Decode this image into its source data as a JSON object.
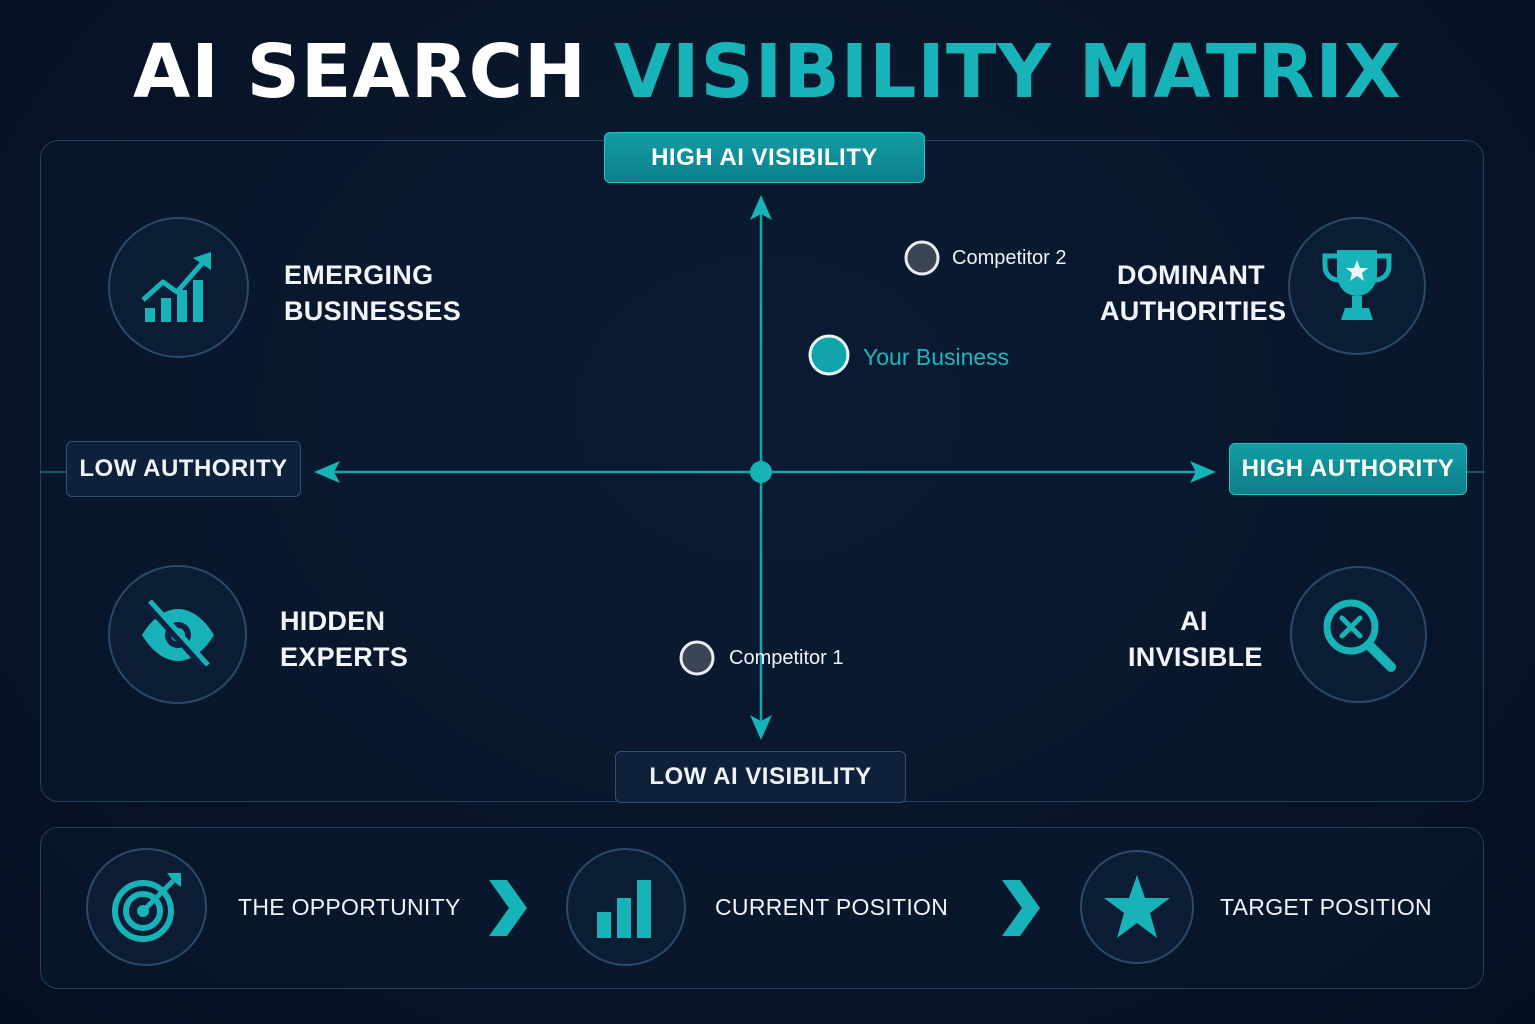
{
  "title": {
    "part1": "AI SEARCH",
    "part2": "VISIBILITY MATRIX"
  },
  "axes": {
    "top": "HIGH AI VISIBILITY",
    "bottom": "LOW AI VISIBILITY",
    "left": "LOW AUTHORITY",
    "right": "HIGH AUTHORITY"
  },
  "quadrants": {
    "top_left": {
      "line1": "EMERGING",
      "line2": "BUSINESSES",
      "icon": "growth-chart-icon"
    },
    "top_right": {
      "line1": "DOMINANT",
      "line2": "AUTHORITIES",
      "icon": "trophy-icon"
    },
    "bottom_left": {
      "line1": "HIDDEN",
      "line2": "EXPERTS",
      "icon": "eye-slash-icon"
    },
    "bottom_right": {
      "line1": "AI",
      "line2": "INVISIBLE",
      "icon": "search-x-icon"
    }
  },
  "points": {
    "competitor2": "Competitor 2",
    "your_business": "Your Business",
    "competitor1": "Competitor 1"
  },
  "steps": [
    {
      "label": "THE OPPORTUNITY",
      "icon": "target-icon"
    },
    {
      "label": "CURRENT POSITION",
      "icon": "bar-chart-icon"
    },
    {
      "label": "TARGET POSITION",
      "icon": "star-icon"
    }
  ],
  "colors": {
    "accent": "#17b3b8",
    "background": "#081529",
    "highlight_label": "#0e8d96",
    "competitor_dot": "#3a4452"
  }
}
